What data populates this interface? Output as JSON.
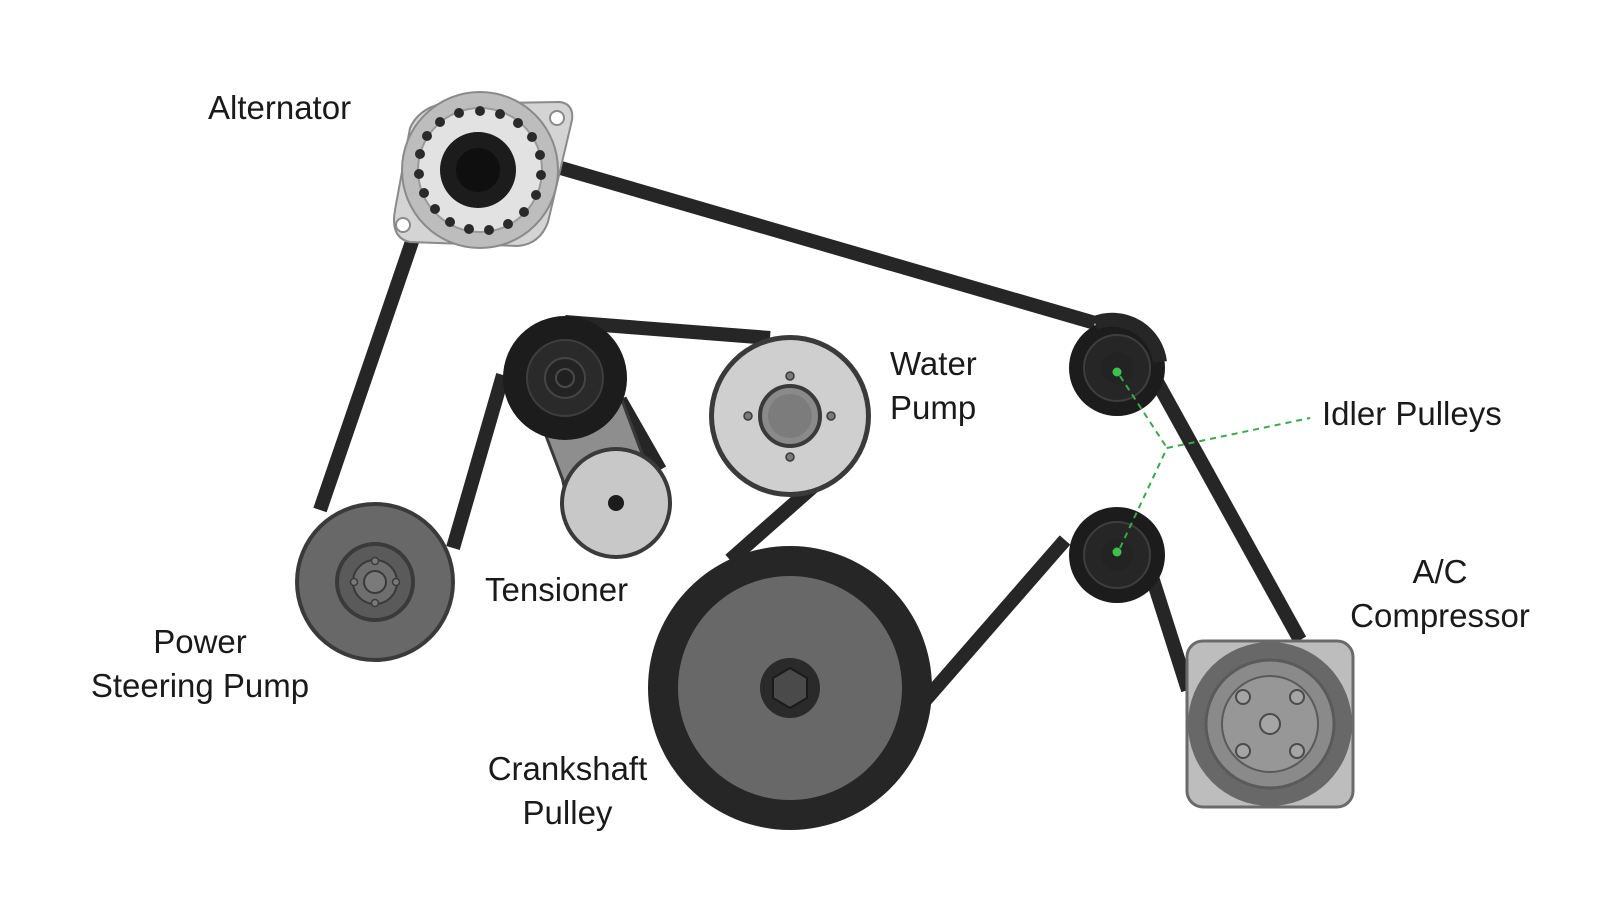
{
  "labels": {
    "alternator": "Alternator",
    "water_pump_line1": "Water",
    "water_pump_line2": "Pump",
    "idler_pulleys": "Idler Pulleys",
    "tensioner": "Tensioner",
    "power_steering_line1": "Power",
    "power_steering_line2": "Steering Pump",
    "ac_line1": "A/C",
    "ac_line2": "Compressor",
    "crankshaft_line1": "Crankshaft",
    "crankshaft_line2": "Pulley"
  },
  "colors": {
    "belt": "#262626",
    "pulley_dark": "#1c1c1c",
    "pulley_mid": "#5e5e5e",
    "pulley_light": "#c8c8c8",
    "outline": "#3a3a3a",
    "idler_marker": "#3cc24a",
    "leader_line": "#3aa84a"
  }
}
